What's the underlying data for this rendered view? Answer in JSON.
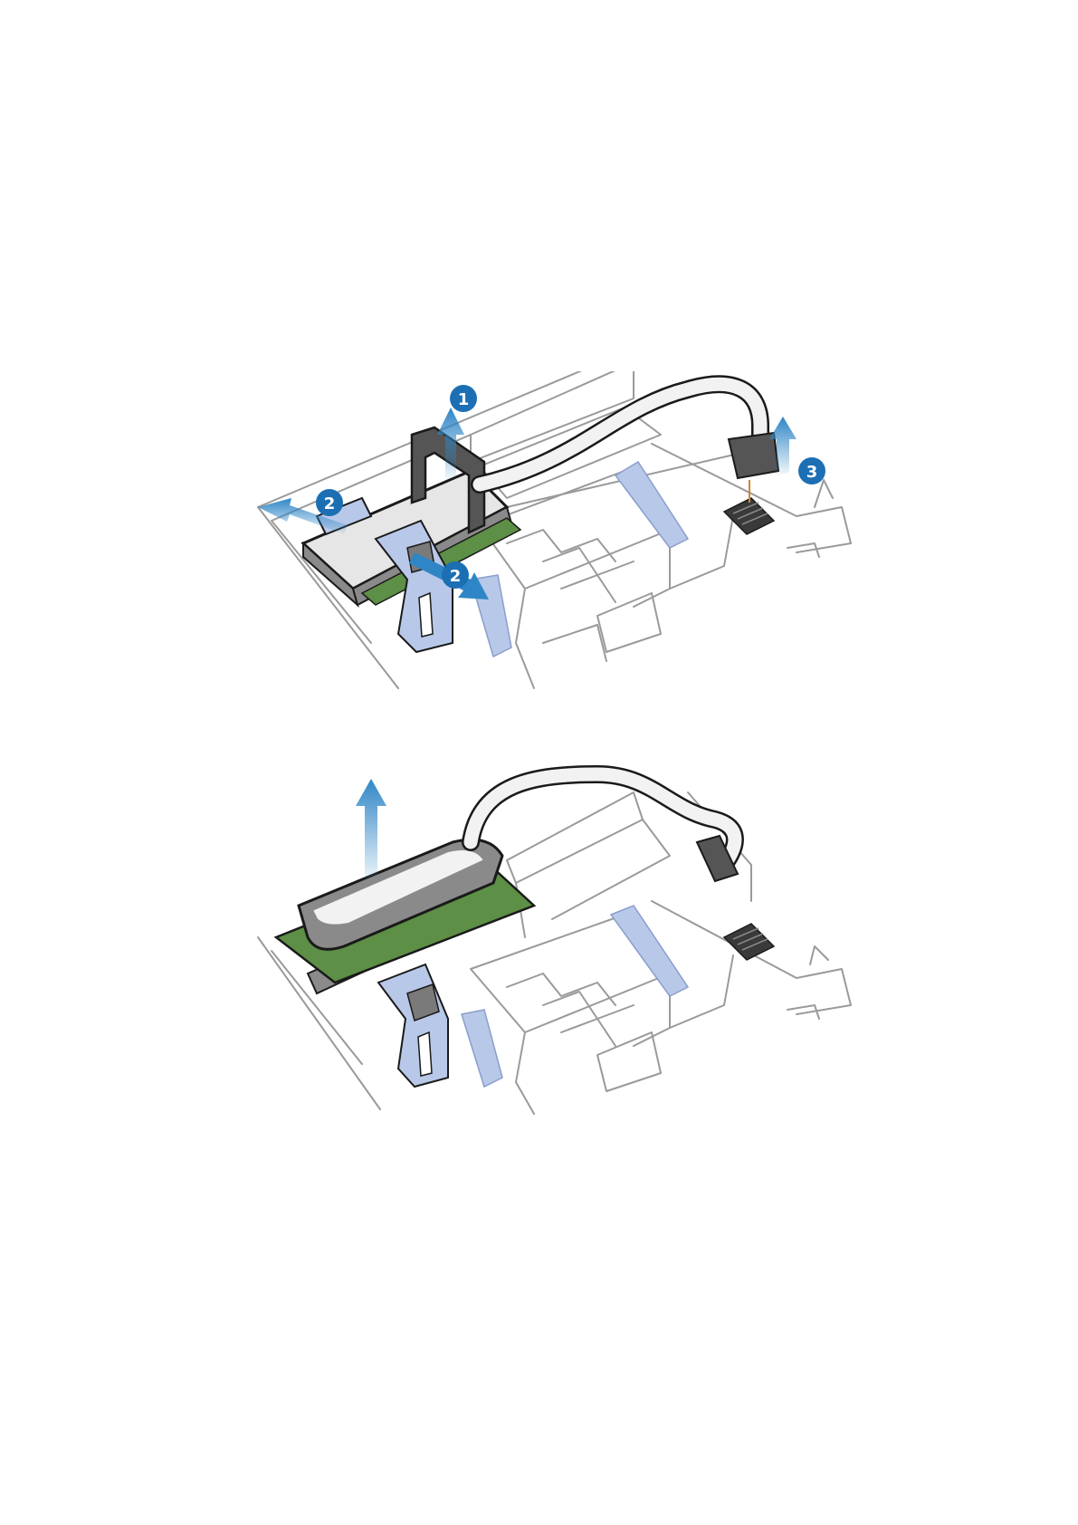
{
  "figure": {
    "panels": [
      {
        "id": "top",
        "callouts": [
          "1",
          "2",
          "2",
          "3"
        ]
      },
      {
        "id": "bottom",
        "callouts": []
      }
    ]
  },
  "colors": {
    "arrow_blue": "#2f86c6",
    "badge_blue": "#1d6fb4",
    "clip_blue": "#b8c8e8",
    "pcb_green": "#5d8f46",
    "battery_gray": "#8a8a8a",
    "cable_white": "#f2f2f2",
    "connector_dark": "#3a3a3a"
  },
  "icons": {
    "arrow": "up-arrow-icon",
    "badge": "step-number-badge"
  }
}
